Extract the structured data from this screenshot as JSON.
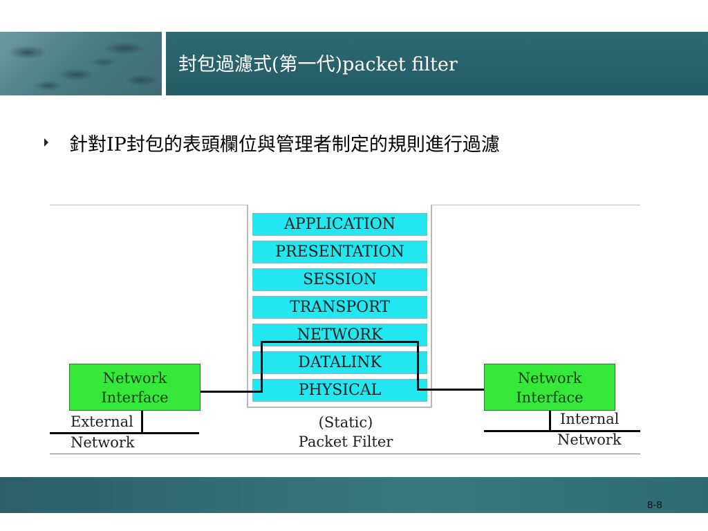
{
  "header": {
    "title": "封包過濾式(第一代)packet filter"
  },
  "bullets": [
    {
      "text": "針對IP封包的表頭欄位與管理者制定的規則進行過濾"
    }
  ],
  "diagram": {
    "osi_layers": [
      "APPLICATION",
      "PRESENTATION",
      "SESSION",
      "TRANSPORT",
      "NETWORK",
      "DATALINK",
      "PHYSICAL"
    ],
    "left_interface": {
      "line1": "Network",
      "line2": "Interface"
    },
    "right_interface": {
      "line1": "Network",
      "line2": "Interface"
    },
    "external_network": {
      "line1": "External",
      "line2": "Network"
    },
    "internal_network": {
      "line1": "Internal",
      "line2": "Network"
    },
    "filter_caption": {
      "line1": "(Static)",
      "line2": "Packet Filter"
    },
    "colors": {
      "layer_fill": "#22e6f0",
      "interface_fill": "#35e83a",
      "header_band": "#2f6a74"
    }
  },
  "footer": {
    "page_number": "8-8"
  }
}
